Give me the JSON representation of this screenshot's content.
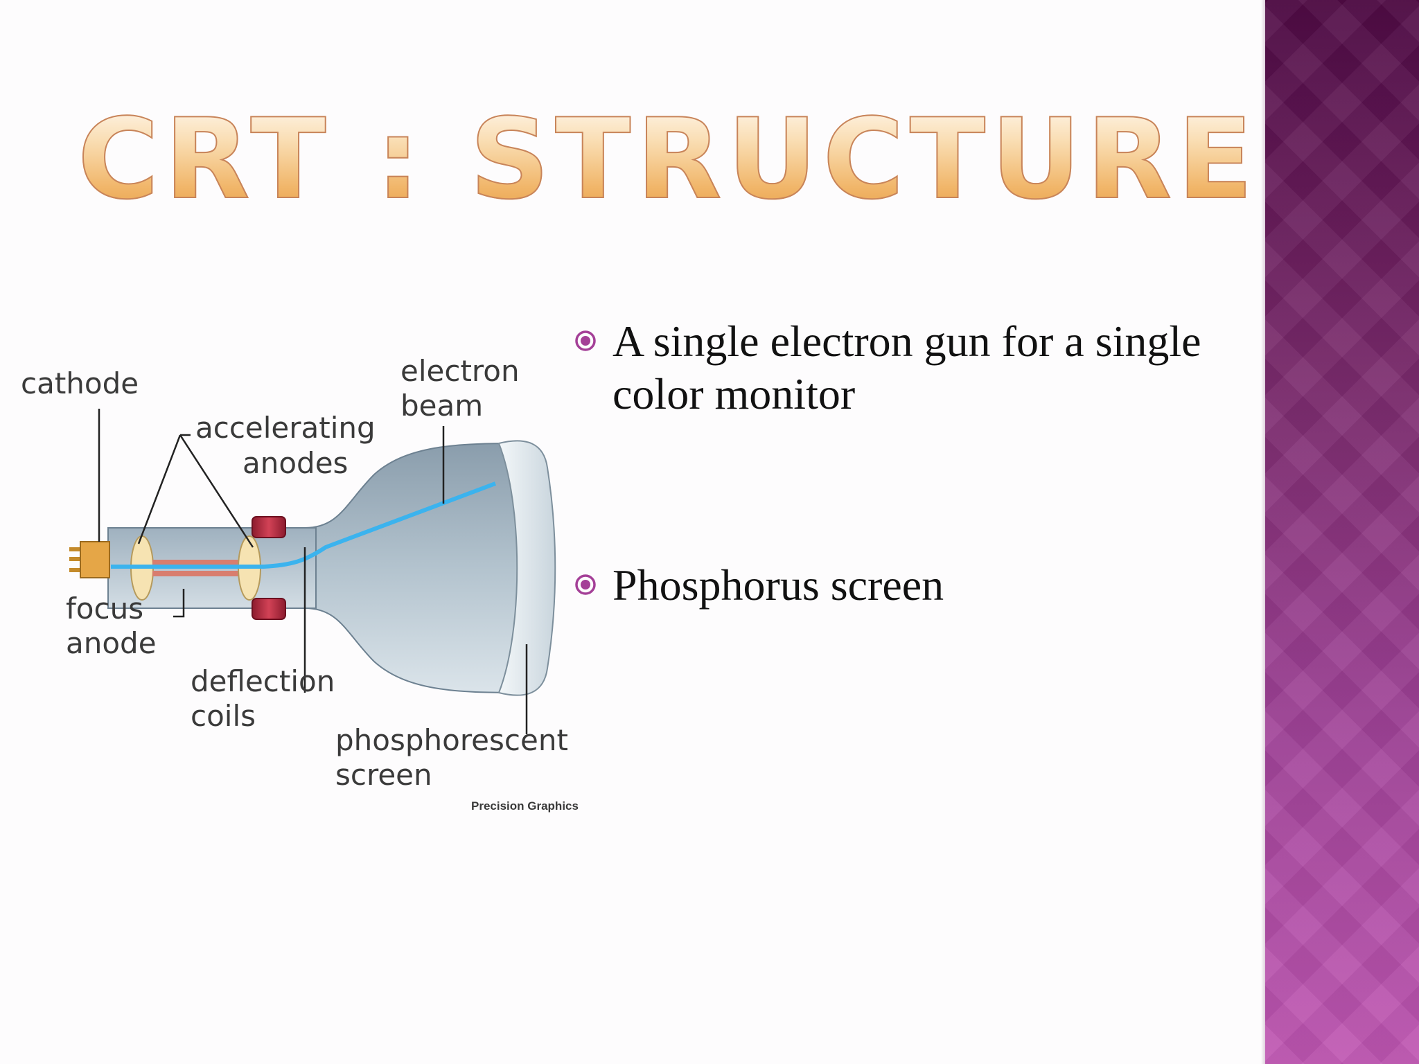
{
  "slide": {
    "title": "CRT : STRUCTURE",
    "bullets": [
      {
        "text": "A single electron gun for a single color monitor"
      },
      {
        "text": "Phosphorus screen"
      }
    ]
  },
  "diagram": {
    "labels": {
      "cathode": "cathode",
      "electron_beam_line1": "electron",
      "electron_beam_line2": "beam",
      "accelerating_anodes_line1": "accelerating",
      "accelerating_anodes_line2": "anodes",
      "focus_anode_line1": "focus",
      "focus_anode_line2": "anode",
      "deflection_coils_line1": "deflection",
      "deflection_coils_line2": "coils",
      "phosphorescent_screen_line1": "phosphorescent",
      "phosphorescent_screen_line2": "screen"
    },
    "credit": "Precision Graphics"
  },
  "colors": {
    "title_fill": "#f1b66a",
    "bullet_marker": "#a43f97",
    "sidebar": "#7a2a6c",
    "beam": "#3bb3ee"
  },
  "icons": {
    "bullet": "circled-dot-icon"
  }
}
